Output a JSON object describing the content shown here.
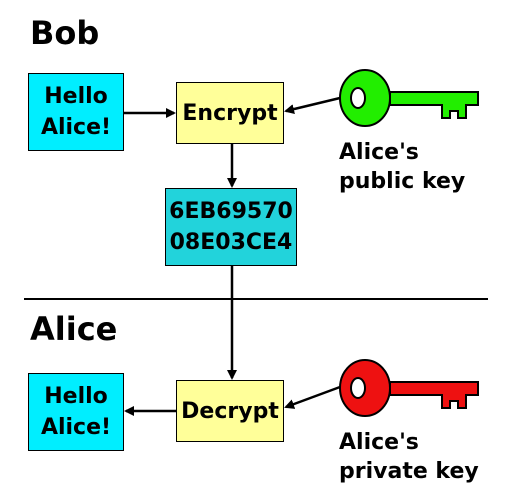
{
  "sections": {
    "sender_title": "Bob",
    "receiver_title": "Alice"
  },
  "plaintext": {
    "line1": "Hello",
    "line2": "Alice!"
  },
  "encrypt": {
    "label": "Encrypt"
  },
  "ciphertext": {
    "line1": "6EB69570",
    "line2": "08E03CE4"
  },
  "decrypt": {
    "label": "Decrypt"
  },
  "decrypted": {
    "line1": "Hello",
    "line2": "Alice!"
  },
  "public_key": {
    "line1": "Alice's",
    "line2": "public key",
    "icon": "key-icon",
    "color": "#22ee00"
  },
  "private_key": {
    "line1": "Alice's",
    "line2": "private key",
    "icon": "key-icon",
    "color": "#ee1111"
  },
  "colors": {
    "message_box": "#00eeff",
    "operation_box": "#ffff99",
    "ciphertext_box": "#22d3db"
  }
}
